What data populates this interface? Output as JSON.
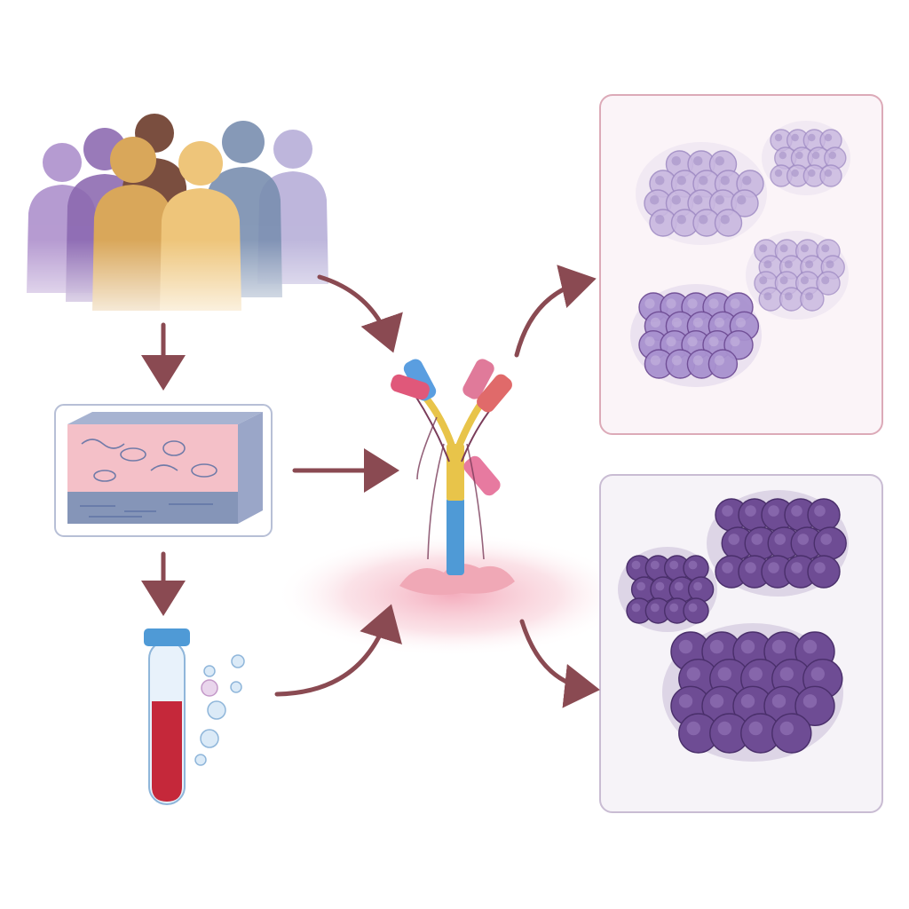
{
  "colors": {
    "background": "#ffffff",
    "arrow": "#8a4a52",
    "panel_top_fill": "#fbf4f8",
    "panel_top_border": "#dcaab8",
    "panel_bottom_fill": "#f6f3f8",
    "panel_bottom_border": "#c9bcd3",
    "cells_light": "#c9b8e0",
    "cells_light_nucleus": "#a08cc4",
    "cells_dark": "#6e4c94",
    "cells_dark_highlight": "#9a7bbd",
    "blood": "#c5283a",
    "tube_cap": "#4f9ad6",
    "tissue_pink": "#f4c0c8",
    "tissue_blue": "#8595b8",
    "base_pink": "#f0a8b6"
  },
  "nodes": [
    {
      "id": "population",
      "icon": "people-group-icon"
    },
    {
      "id": "tissue",
      "icon": "tissue-block-icon"
    },
    {
      "id": "blood",
      "icon": "blood-tube-icon"
    },
    {
      "id": "antibody",
      "icon": "antibody-icon"
    },
    {
      "id": "cells_stained_light",
      "icon": "light-cell-clusters-icon"
    },
    {
      "id": "cells_stained_dark",
      "icon": "dark-cell-clusters-icon"
    }
  ],
  "edges": [
    {
      "from": "population",
      "to": "tissue"
    },
    {
      "from": "tissue",
      "to": "blood"
    },
    {
      "from": "population",
      "to": "antibody"
    },
    {
      "from": "tissue",
      "to": "antibody"
    },
    {
      "from": "blood",
      "to": "antibody"
    },
    {
      "from": "antibody",
      "to": "cells_stained_light"
    },
    {
      "from": "antibody",
      "to": "cells_stained_dark"
    }
  ]
}
